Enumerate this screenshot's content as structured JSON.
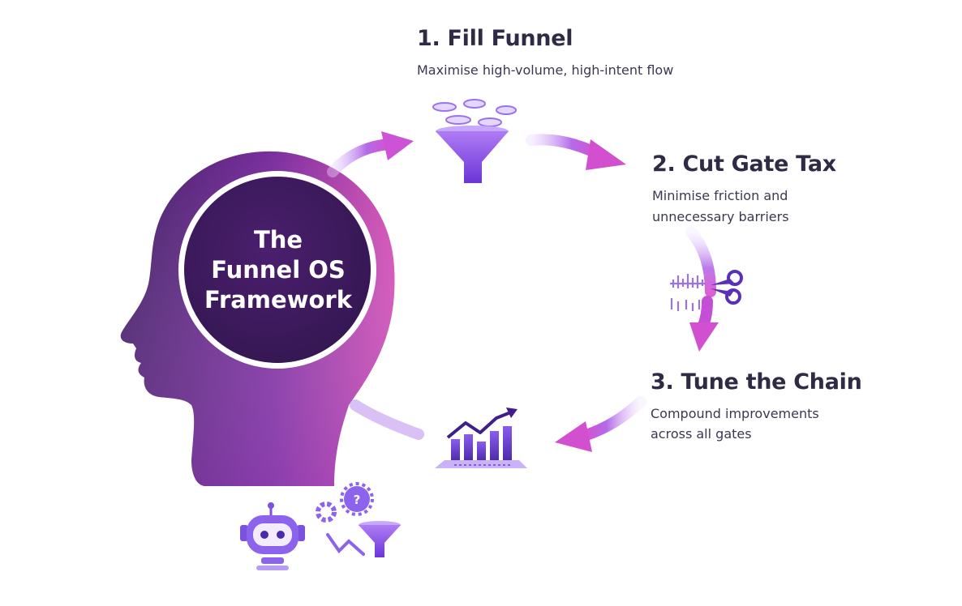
{
  "center": {
    "line1": "The",
    "line2": "Funnel OS",
    "line3": "Framework"
  },
  "steps": [
    {
      "title": "1. Fill Funnel",
      "desc": [
        "Maximise high-volume, high-intent flow"
      ]
    },
    {
      "title": "2. Cut Gate Tax",
      "desc": [
        "Minimise friction and",
        "unnecessary barriers"
      ]
    },
    {
      "title": "3. Tune the Chain",
      "desc": [
        "Compound improvements",
        "across all gates"
      ]
    }
  ],
  "icons": [
    "head-silhouette-icon",
    "funnel-coins-icon",
    "scissors-icon",
    "growth-chart-icon",
    "robot-icon",
    "gear-icon",
    "question-gear-icon",
    "small-funnel-icon"
  ],
  "colors": {
    "dark_purple": "#3b1d5e",
    "purple": "#6b35b5",
    "violet": "#9b5cf0",
    "magenta": "#d24fc8",
    "text": "#2f2b45"
  }
}
